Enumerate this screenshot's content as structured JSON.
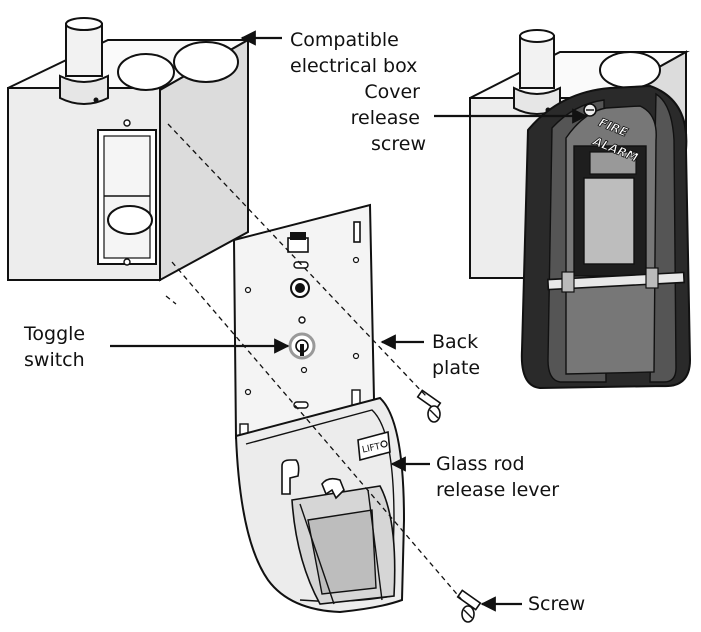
{
  "labels": {
    "box": [
      "Compatible",
      "electrical box"
    ],
    "cover_screw": [
      "Cover",
      "release",
      "screw"
    ],
    "toggle": [
      "Toggle",
      "switch"
    ],
    "back_plate": [
      "Back",
      "plate"
    ],
    "lever": [
      "Glass rod",
      "release lever"
    ],
    "screw": [
      "Screw"
    ]
  },
  "parts_text": {
    "lift": "LIFT",
    "fire": "FIRE",
    "alarm": "ALARM"
  }
}
